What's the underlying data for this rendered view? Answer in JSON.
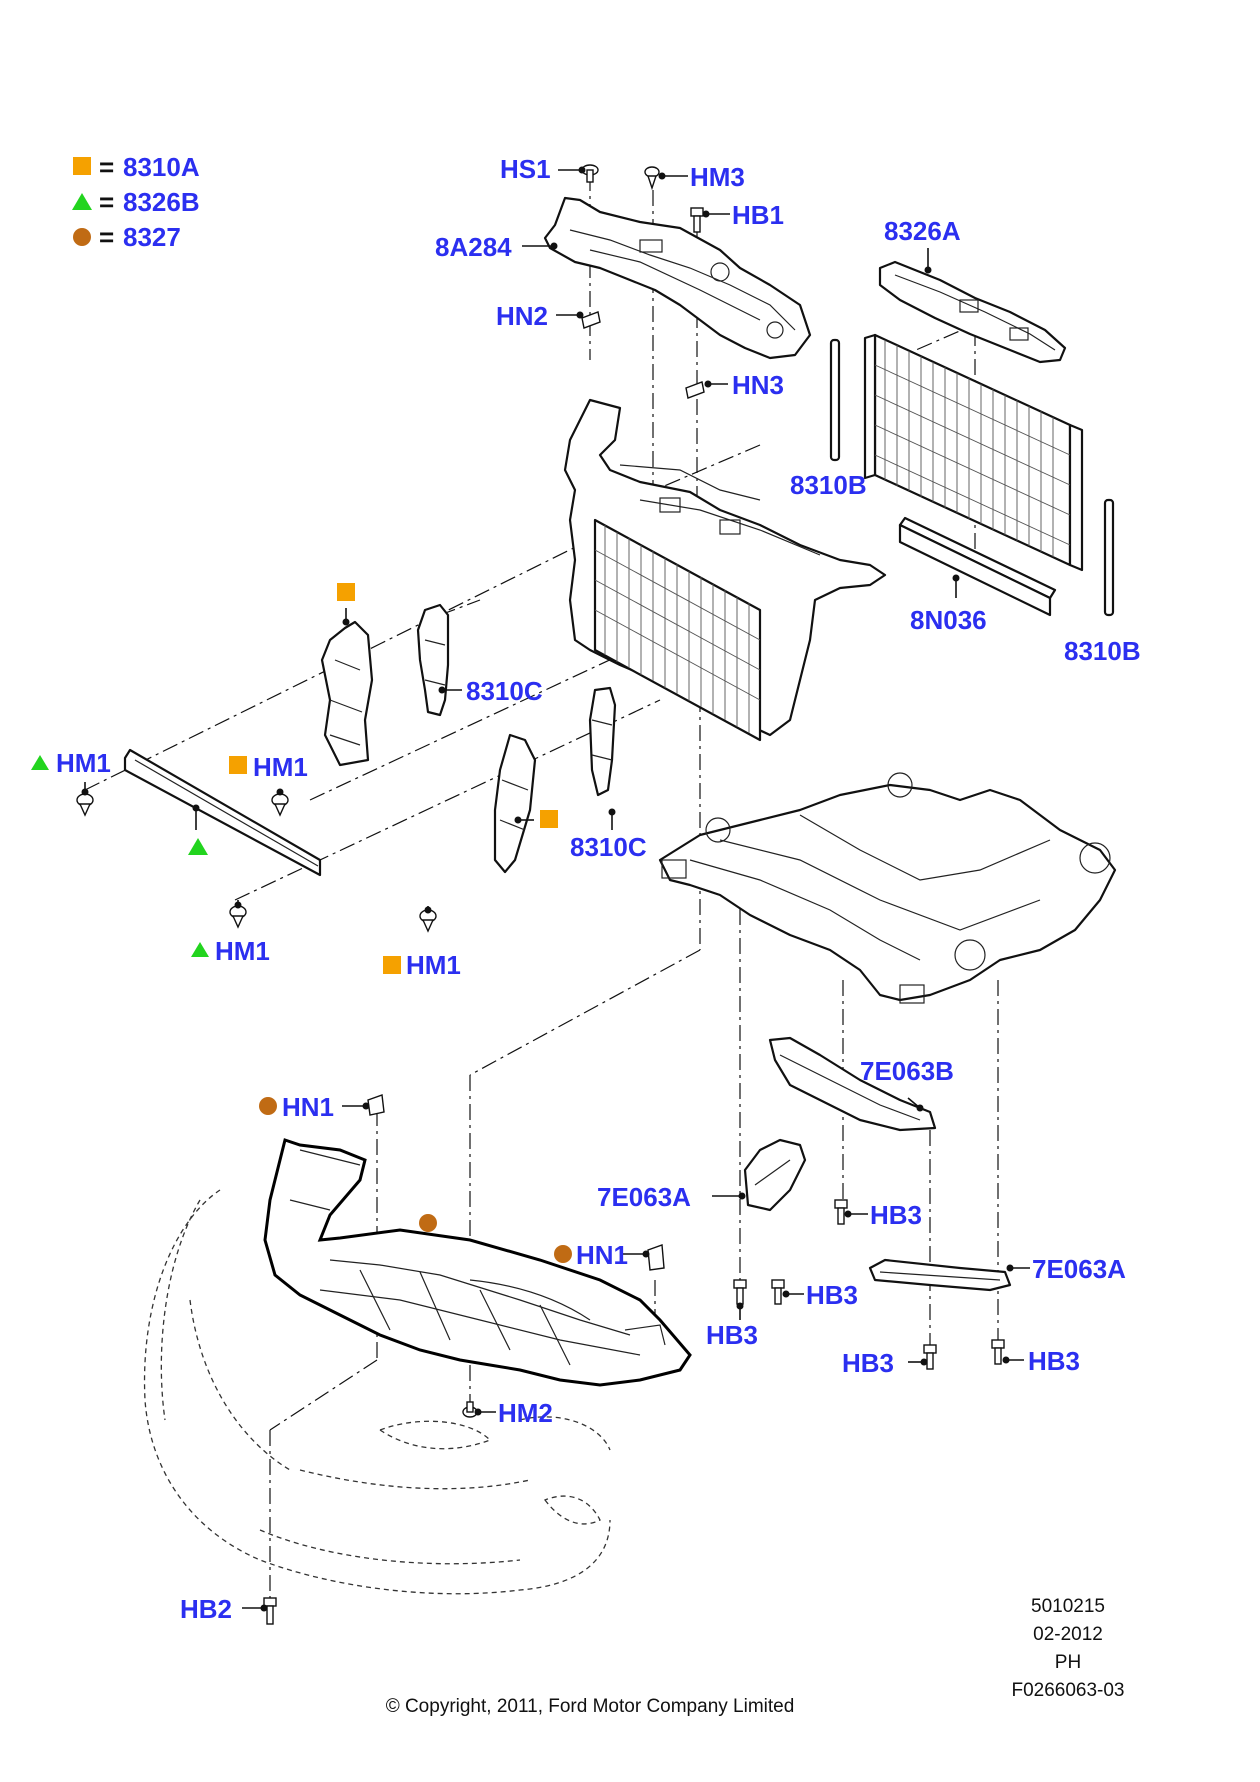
{
  "legend": [
    {
      "symbol": "square",
      "color": "#f5a100",
      "equals": "=",
      "part": "8310A"
    },
    {
      "symbol": "triangle",
      "color": "#22d41e",
      "equals": "=",
      "part": "8326B"
    },
    {
      "symbol": "circle",
      "color": "#c06b14",
      "equals": "=",
      "part": "8327"
    }
  ],
  "callouts": {
    "hs1": "HS1",
    "hm3": "HM3",
    "hb1": "HB1",
    "a8a284": "8A284",
    "a8326a": "8326A",
    "hn2": "HN2",
    "hn3": "HN3",
    "a8310b_top": "8310B",
    "a8n036": "8N036",
    "a8310b_bottom": "8310B",
    "a8310c_upper": "8310C",
    "a8310c_lower": "8310C",
    "hm1_left": "HM1",
    "hm1_mid": "HM1",
    "hm1_lower_left": "HM1",
    "hm1_lower_mid": "HM1",
    "a7e063b": "7E063B",
    "hn1_left": "HN1",
    "hn1_right": "HN1",
    "a7e063a_left": "7E063A",
    "a7e063a_right": "7E063A",
    "hb3_1": "HB3",
    "hb3_2": "HB3",
    "hb3_3": "HB3",
    "hb3_4": "HB3",
    "hb3_5": "HB3",
    "hm2": "HM2",
    "hb2": "HB2"
  },
  "info_block": {
    "line1": "5010215",
    "line2": "02-2012",
    "line3": "PH",
    "line4": "F0266063-03"
  },
  "copyright": "© Copyright, 2011, Ford Motor Company Limited",
  "colors": {
    "label_blue": "#2b2ff0",
    "marker_orange": "#f5a100",
    "marker_green": "#22d41e",
    "marker_brown": "#c06b14"
  }
}
